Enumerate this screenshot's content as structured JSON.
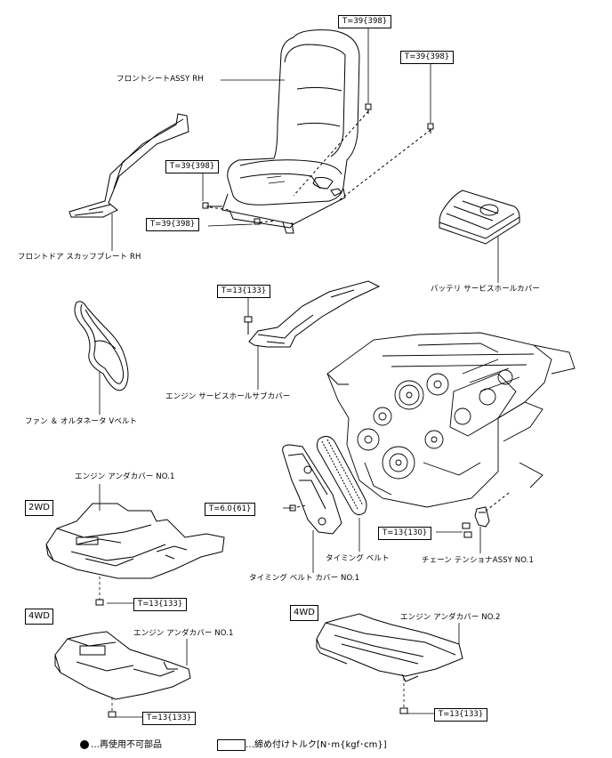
{
  "labels": {
    "front_seat": "フロントシートASSY RH",
    "scuff_plate": "フロントドア スカッフプレート RH",
    "battery_cover": "バッテリ サービスホールカバー",
    "sub_cover": "エンジン サービスホールサブカバー",
    "v_belt": "ファン ＆ オルタネータ Vベルト",
    "under_cover_2wd": "エンジン アンダカバー NO.1",
    "under_cover_4wd_1": "エンジン アンダカバー NO.1",
    "under_cover_4wd_2": "エンジン アンダカバー NO.2",
    "timing_belt": "タイミング ベルト",
    "timing_cover": "タイミング ベルト カバー NO.1",
    "chain_tensioner": "チェーン テンショナASSY NO.1"
  },
  "tags": {
    "wd2": "2WD",
    "wd4_left": "4WD",
    "wd4_right": "4WD"
  },
  "torques": {
    "seat_top": "T=39{398}",
    "seat_right": "T=39{398}",
    "seat_left_upper": "T=39{398}",
    "seat_left_lower": "T=39{398}",
    "sub_cover": "T=13{133}",
    "timing_cover": "T=6.0{61}",
    "tensioner": "T=13{130}",
    "under_2wd": "T=13{133}",
    "under_4wd_1": "T=13{133}",
    "under_4wd_2": "T=13{133}"
  },
  "legend": {
    "non_reusable": "…再使用不可部品",
    "torque": "…締め付けトルク[N･m{kgf･cm}]"
  },
  "icons": {
    "non_reusable": "filled-circle-icon",
    "torque": "rectangle-frame-icon"
  }
}
